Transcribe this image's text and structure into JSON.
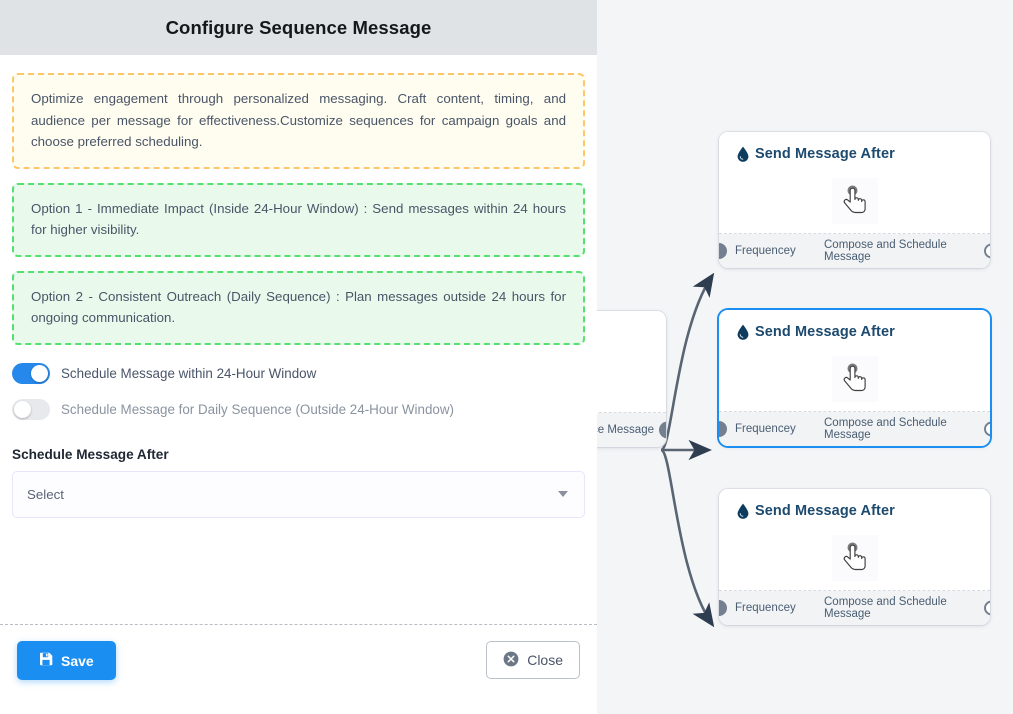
{
  "modal": {
    "title": "Configure Sequence Message",
    "callouts": [
      {
        "kind": "info",
        "text": "Optimize engagement through personalized messaging. Craft content, timing, and audience per message for effectiveness.Customize sequences for campaign goals and choose preferred scheduling."
      },
      {
        "kind": "ok",
        "text": "Option 1 - Immediate Impact (Inside 24-Hour Window) : Send messages within 24 hours for higher visibility."
      },
      {
        "kind": "ok",
        "text": "Option 2 - Consistent Outreach (Daily Sequence) : Plan messages outside 24 hours for ongoing communication."
      }
    ],
    "toggles": [
      {
        "label": "Schedule Message within 24-Hour Window",
        "on": true
      },
      {
        "label": "Schedule Message for Daily Sequence (Outside 24-Hour Window)",
        "on": false
      }
    ],
    "schedule_field": {
      "label": "Schedule Message After",
      "value": "Select",
      "caret_icon": "chevron-down-icon"
    },
    "footer": {
      "save_label": "Save",
      "save_icon": "save-floppy-icon",
      "close_label": "Close",
      "close_icon": "close-circle-icon"
    }
  },
  "canvas": {
    "nodes": [
      {
        "title": "Send Message After",
        "title_icon": "water-drop-icon",
        "body_icon": "pointing-hand-cursor-icon",
        "footer_left": "Frequencey",
        "footer_right": "Compose and Schedule Message",
        "selected": false
      },
      {
        "title": "Send Message After",
        "title_icon": "water-drop-icon",
        "body_icon": "pointing-hand-cursor-icon",
        "footer_left": "Frequencey",
        "footer_right": "Compose and Schedule Message",
        "selected": true
      },
      {
        "title": "Send Message After",
        "title_icon": "water-drop-icon",
        "body_icon": "pointing-hand-cursor-icon",
        "footer_left": "Frequencey",
        "footer_right": "Compose and Schedule Message",
        "selected": false
      }
    ],
    "upstream_node": {
      "footer_text": "ce Message"
    }
  },
  "colors": {
    "accent_blue": "#1b8ef2",
    "toggle_on": "#2688eb",
    "info_border": "#fbc76a",
    "info_bg": "#fffdf0",
    "ok_border": "#57e072",
    "ok_bg": "#e9faec",
    "header_bg": "#e0e3e6",
    "canvas_bg": "#f4f5f7",
    "node_title": "#1c4a6e",
    "edge": "#5a6573"
  }
}
